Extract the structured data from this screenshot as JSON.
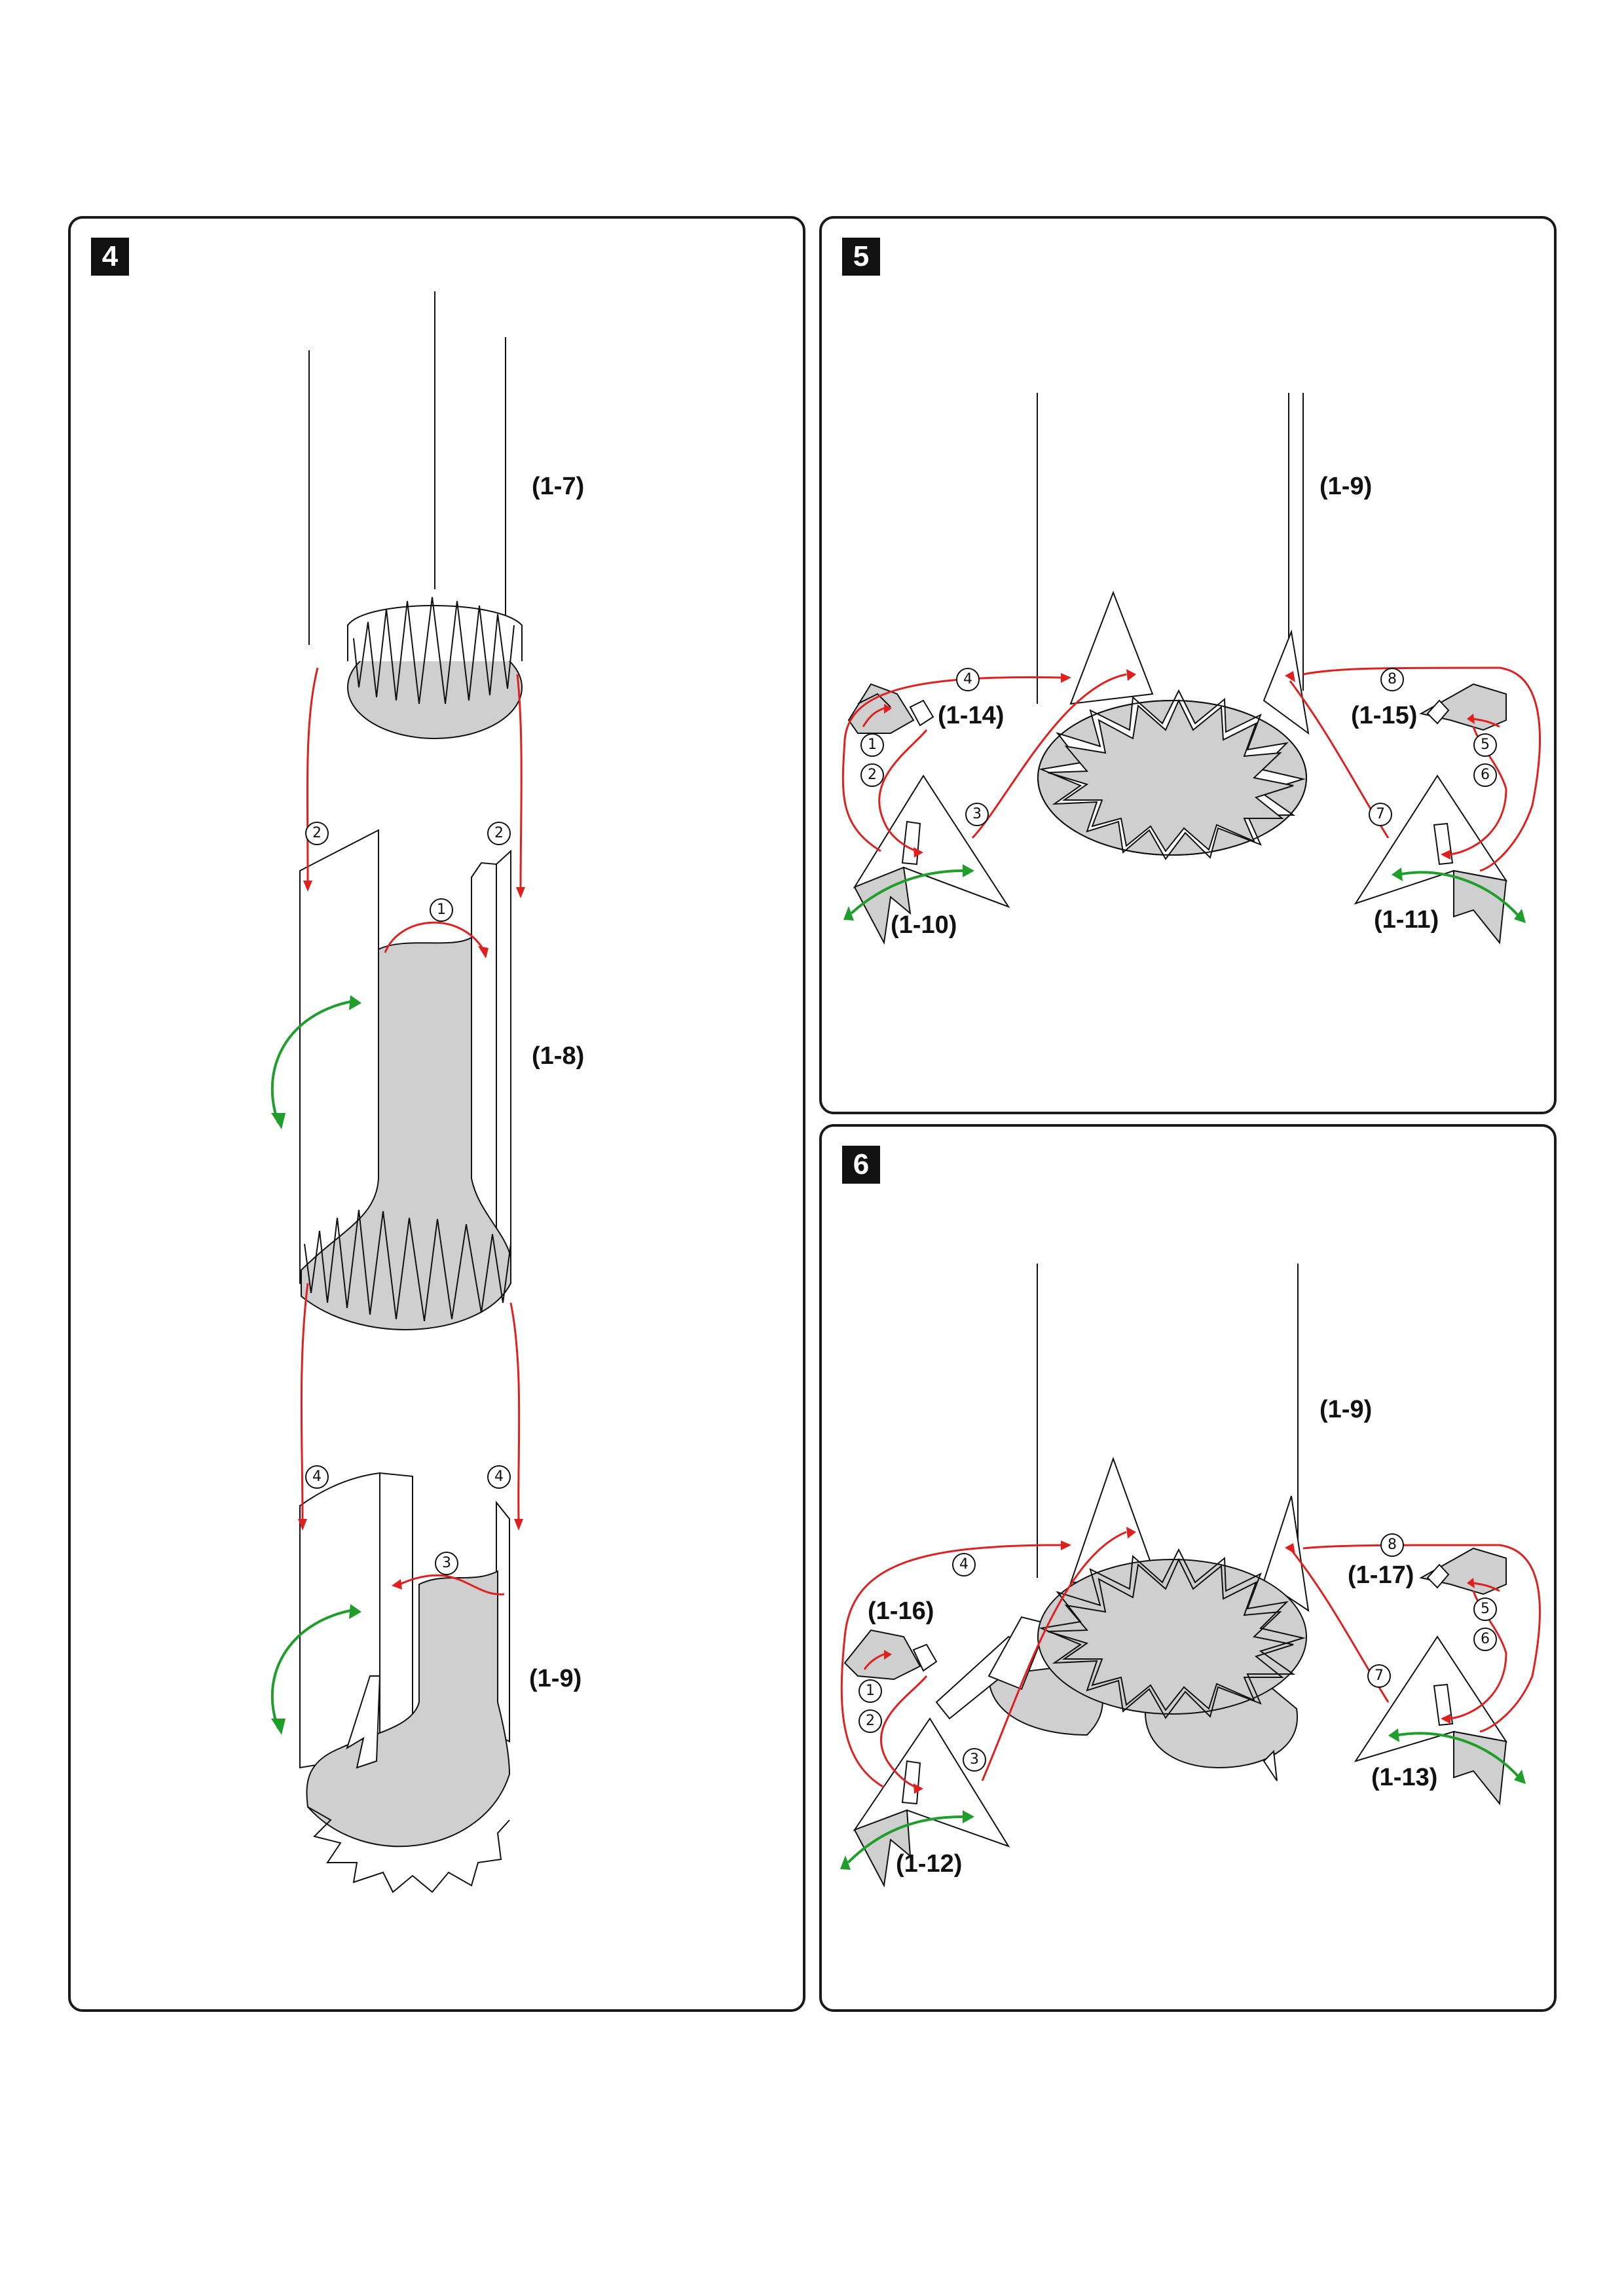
{
  "colors": {
    "border": "#1a1a1a",
    "gray": "#cfcfcf",
    "red": "#e0201e",
    "green": "#1f9e2b"
  },
  "panel4": {
    "step": "4",
    "labels": {
      "p1_7": "(1-7)",
      "p1_8": "(1-8)",
      "p1_9": "(1-9)"
    },
    "steps": {
      "s1": "1",
      "s2a": "2",
      "s2b": "2",
      "s3": "3",
      "s4a": "4",
      "s4b": "4"
    }
  },
  "panel5": {
    "step": "5",
    "labels": {
      "p1_9": "(1-9)",
      "p1_14": "(1-14)",
      "p1_15": "(1-15)",
      "p1_10": "(1-10)",
      "p1_11": "(1-11)"
    },
    "steps": {
      "s1": "1",
      "s2": "2",
      "s3": "3",
      "s4": "4",
      "s5": "5",
      "s6": "6",
      "s7": "7",
      "s8": "8"
    }
  },
  "panel6": {
    "step": "6",
    "labels": {
      "p1_9": "(1-9)",
      "p1_16": "(1-16)",
      "p1_17": "(1-17)",
      "p1_12": "(1-12)",
      "p1_13": "(1-13)"
    },
    "steps": {
      "s1": "1",
      "s2": "2",
      "s3": "3",
      "s4": "4",
      "s5": "5",
      "s6": "6",
      "s7": "7",
      "s8": "8"
    }
  }
}
